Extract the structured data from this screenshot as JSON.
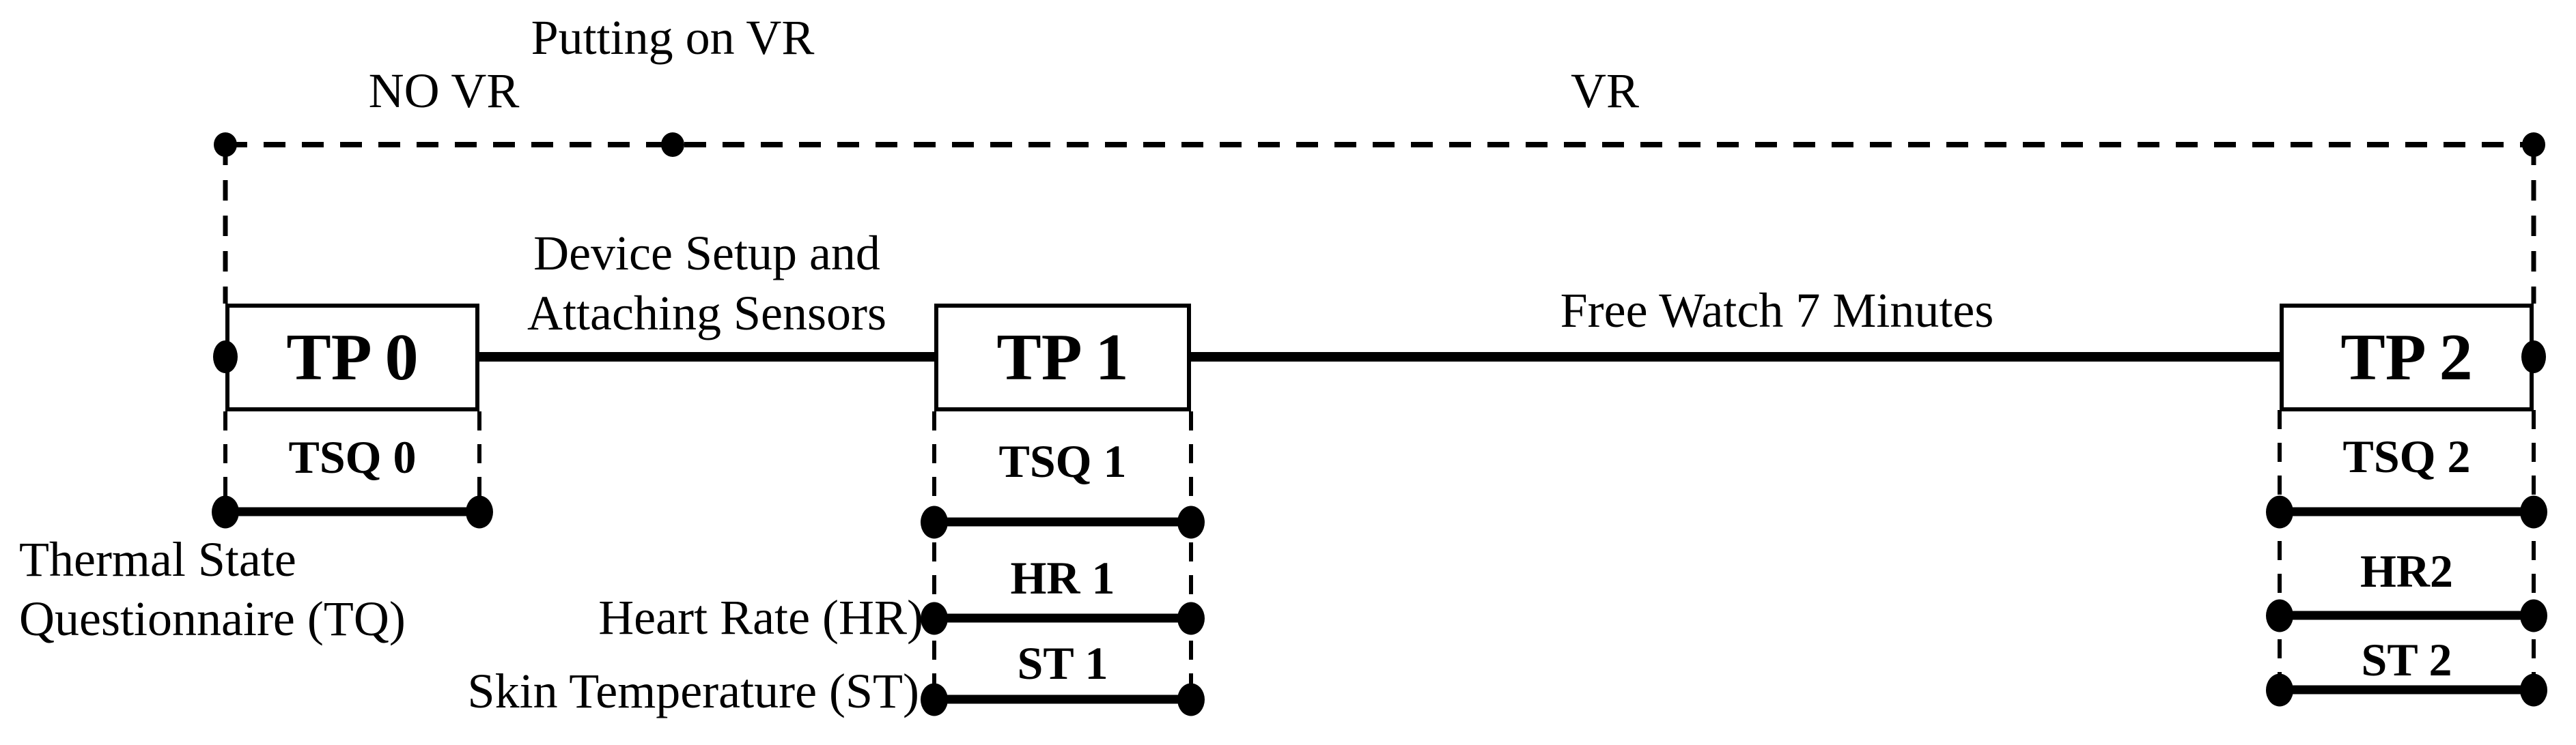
{
  "colors": {
    "ink": "#000000",
    "paper": "#ffffff"
  },
  "phases": {
    "no_vr": "NO VR",
    "putting_on_vr": "Putting on VR",
    "vr": "VR"
  },
  "timepoints": {
    "tp0": "TP 0",
    "tp1": "TP 1",
    "tp2": "TP 2"
  },
  "intervals": {
    "setup_line1": "Device Setup and",
    "setup_line2": "Attaching Sensors",
    "free_watch": "Free Watch 7 Minutes"
  },
  "measurements": {
    "tsq0": "TSQ 0",
    "tsq1": "TSQ 1",
    "hr1": "HR 1",
    "st1": "ST 1",
    "tsq2": "TSQ 2",
    "hr2": "HR2",
    "st2": "ST 2"
  },
  "legend": {
    "thermal_line1": "Thermal State",
    "thermal_line2": "Questionnaire (TQ)",
    "heart_rate": "Heart Rate (HR)",
    "skin_temperature": "Skin Temperature (ST)"
  }
}
